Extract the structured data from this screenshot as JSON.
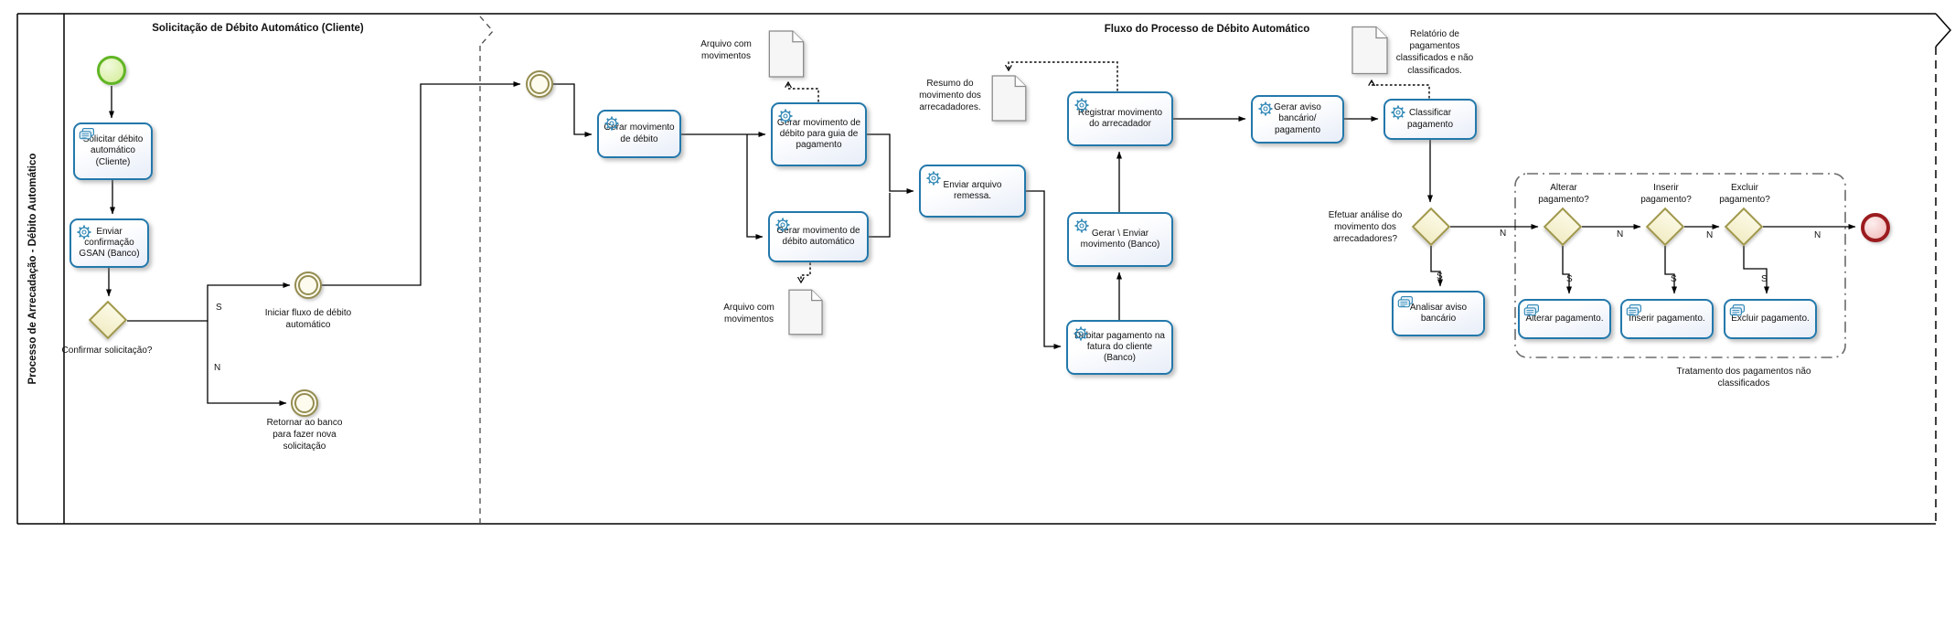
{
  "pool": {
    "title": "Processo de Arrecadação - Débito Automático"
  },
  "lane_headers": [
    {
      "id": "lane-solicitacao",
      "title": "Solicitação  de Débito Automático (Cliente)"
    },
    {
      "id": "lane-fluxo",
      "title": "Fluxo do Processo de Débito Automático"
    }
  ],
  "tasks": [
    {
      "id": "solicitar-debito-automatico",
      "icon": "user",
      "label": "Solicitar débito automático (Cliente)"
    },
    {
      "id": "enviar-confirmacao-gsan",
      "icon": "service",
      "label": "Enviar confirmação GSAN (Banco)"
    },
    {
      "id": "gerar-movimento-debito",
      "icon": "service",
      "label": "Gerar movimento de débito"
    },
    {
      "id": "gerar-movimento-guia",
      "icon": "service",
      "label": "Gerar movimento de débito para guia de pagamento"
    },
    {
      "id": "gerar-movimento-automatico",
      "icon": "service",
      "label": "Gerar movimento de débito automático"
    },
    {
      "id": "enviar-arquivo-remessa",
      "icon": "service",
      "label": "Enviar arquivo remessa."
    },
    {
      "id": "registrar-movimento",
      "icon": "service",
      "label": "Registrar movimento do arrecadador"
    },
    {
      "id": "gerar-aviso-bancario",
      "icon": "service",
      "label": "Gerar aviso bancário/ pagamento"
    },
    {
      "id": "gerar-enviar-movimento",
      "icon": "service",
      "label": "Gerar \\ Enviar movimento (Banco)"
    },
    {
      "id": "debitar-pagamento-fatura",
      "icon": "service",
      "label": "Debitar pagamento na fatura do cliente (Banco)"
    },
    {
      "id": "classificar-pagamento",
      "icon": "service",
      "label": "Classificar pagamento"
    },
    {
      "id": "analisar-aviso-bancario",
      "icon": "user",
      "label": "Analisar aviso bancário"
    },
    {
      "id": "alterar-pagamento",
      "icon": "user",
      "label": "Alterar pagamento."
    },
    {
      "id": "inserir-pagamento",
      "icon": "user",
      "label": "Inserir pagamento."
    },
    {
      "id": "excluir-pagamento",
      "icon": "user",
      "label": "Excluir pagamento."
    }
  ],
  "events": [
    {
      "id": "start",
      "variant": "start",
      "label": ""
    },
    {
      "id": "iniciar-fluxo",
      "variant": "intermediate",
      "label": "Iniciar fluxo de débito automático"
    },
    {
      "id": "retornar-banco",
      "variant": "intermediate",
      "label": "Retornar ao banco para fazer nova solicitação"
    },
    {
      "id": "link",
      "variant": "intermediate",
      "label": ""
    },
    {
      "id": "end",
      "variant": "end",
      "label": ""
    }
  ],
  "gateways": [
    {
      "id": "confirmar-solicitacao",
      "label": "Confirmar solicitação?"
    },
    {
      "id": "efetuar-analise",
      "label": "Efetuar análise do movimento dos arrecadadores?"
    },
    {
      "id": "alterar-pagamento-gw",
      "label": "Alterar pagamento?"
    },
    {
      "id": "inserir-pagamento-gw",
      "label": "Inserir pagamento?"
    },
    {
      "id": "excluir-pagamento-gw",
      "label": "Excluir pagamento?"
    }
  ],
  "documents": [
    {
      "id": "arquivo-movimentos-1",
      "label": "Arquivo com movimentos"
    },
    {
      "id": "arquivo-movimentos-2",
      "label": "Arquivo com movimentos"
    },
    {
      "id": "resumo-movimento",
      "label": "Resumo do movimento dos arrecadadores."
    },
    {
      "id": "relatorio-pagamentos",
      "label": "Relatório de pagamentos classificados e não classificados."
    }
  ],
  "group": {
    "label": "Tratamento dos pagamentos não classificados"
  },
  "edge_labels": [
    {
      "id": "s1",
      "text": "S"
    },
    {
      "id": "n1",
      "text": "N"
    },
    {
      "id": "n2",
      "text": "N"
    },
    {
      "id": "n3",
      "text": "N"
    },
    {
      "id": "n4",
      "text": "N"
    },
    {
      "id": "n5",
      "text": "N"
    },
    {
      "id": "s2",
      "text": "S"
    },
    {
      "id": "s3",
      "text": "S"
    },
    {
      "id": "s4",
      "text": "S"
    },
    {
      "id": "s5",
      "text": "S"
    }
  ],
  "colors": {
    "task_border": "#2378ab",
    "task_icon": "#2e86b5",
    "gateway_border": "#a1984b",
    "event_intermediate_border": "#948c51",
    "start_border": "#61b524",
    "end_border": "#9b1b1e",
    "line": "#000000"
  }
}
